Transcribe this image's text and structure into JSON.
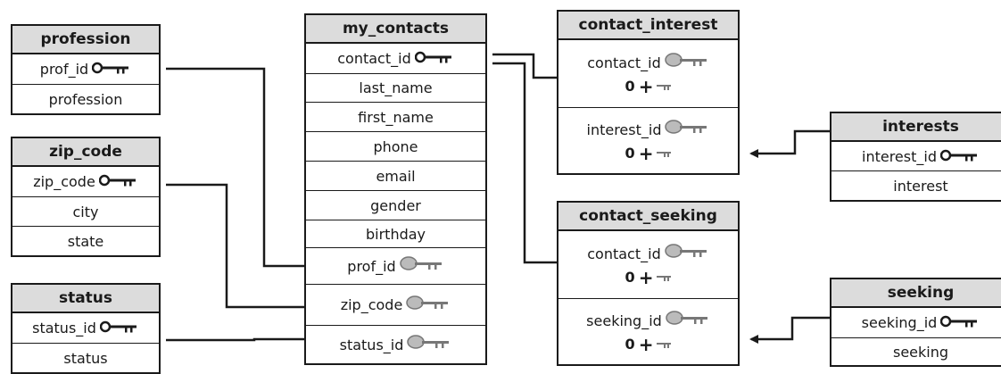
{
  "tables": {
    "profession": {
      "title": "profession",
      "fields": [
        "prof_id",
        "profession"
      ]
    },
    "zip_code": {
      "title": "zip_code",
      "fields": [
        "zip_code",
        "city",
        "state"
      ]
    },
    "status": {
      "title": "status",
      "fields": [
        "status_id",
        "status"
      ]
    },
    "my_contacts": {
      "title": "my_contacts",
      "fields": [
        "contact_id",
        "last_name",
        "first_name",
        "phone",
        "email",
        "gender",
        "birthday",
        "prof_id",
        "zip_code",
        "status_id"
      ]
    },
    "contact_interest": {
      "title": "contact_interest",
      "fields": [
        "contact_id",
        "interest_id"
      ],
      "multiplicity": "0"
    },
    "contact_seeking": {
      "title": "contact_seeking",
      "fields": [
        "contact_id",
        "seeking_id"
      ],
      "multiplicity": "0"
    },
    "interests": {
      "title": "interests",
      "fields": [
        "interest_id",
        "interest"
      ]
    },
    "seeking": {
      "title": "seeking",
      "fields": [
        "seeking_id",
        "seeking"
      ]
    }
  },
  "icons": {
    "primary_key": "key-icon",
    "foreign_key": "faded-key-icon",
    "many": "plus-icon"
  }
}
